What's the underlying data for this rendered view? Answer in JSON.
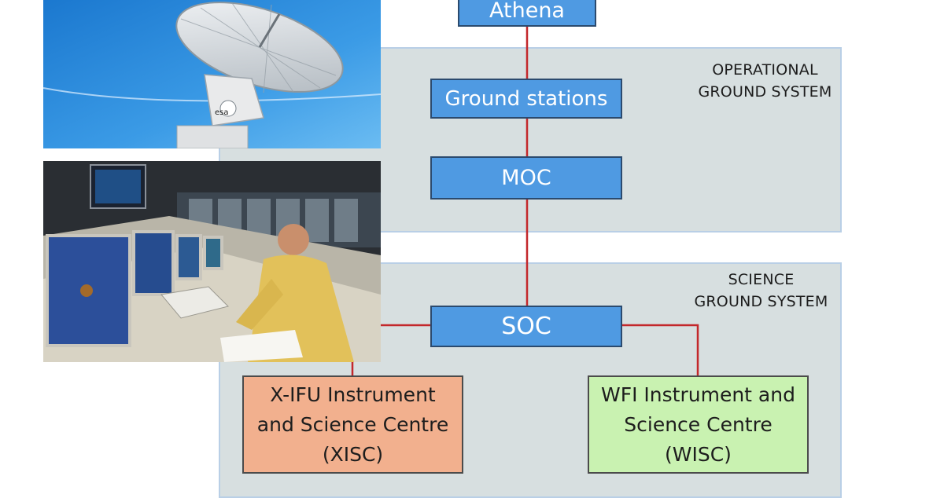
{
  "panels": {
    "operational": {
      "label": "OPERATIONAL\nGROUND SYSTEM"
    },
    "science": {
      "label": "SCIENCE\nGROUND SYSTEM"
    }
  },
  "nodes": {
    "athena": "Athena",
    "ground_stations": "Ground stations",
    "moc": "MOC",
    "soc": "SOC",
    "xisc": "X-IFU Instrument\nand Science Centre\n(XISC)",
    "wisc": "WFI Instrument and\nScience Centre\n(WISC)"
  },
  "photos": {
    "antenna_logo": "esa"
  },
  "colors": {
    "panel_fill": "#d7dfe0",
    "box_blue": "#4f9ae2",
    "xisc_fill": "#f2b08e",
    "wisc_fill": "#c9f2b1",
    "connector": "#c3282b"
  }
}
